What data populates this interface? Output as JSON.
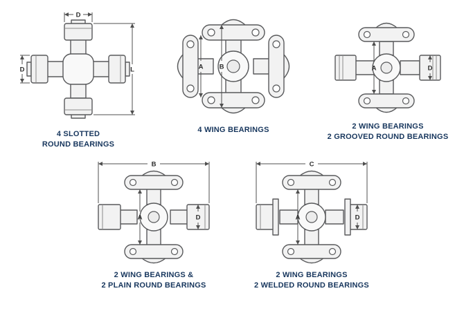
{
  "page": {
    "background": "#ffffff",
    "description": "Universal joint bearing style diagrams"
  },
  "colors": {
    "caption_text": "#17365d",
    "outline": "#58595b",
    "dimension": "#4f4f4f",
    "part_fill": "#f2f2f2"
  },
  "figures": [
    {
      "caption": [
        "4 SLOTTED",
        "ROUND BEARINGS"
      ],
      "dims": {
        "d_top": "D",
        "d_left": "D",
        "l_right": "L"
      }
    },
    {
      "caption": [
        "4 WING BEARINGS"
      ],
      "dims": {
        "a": "A",
        "b": "B"
      }
    },
    {
      "caption": [
        "2 WING BEARINGS",
        "2 GROOVED ROUND BEARINGS"
      ],
      "dims": {
        "a": "A",
        "d": "D"
      }
    },
    {
      "caption": [
        "2 WING BEARINGS &",
        "2 PLAIN ROUND BEARINGS"
      ],
      "dims": {
        "a": "A",
        "b": "B",
        "d": "D"
      }
    },
    {
      "caption": [
        "2 WING BEARINGS",
        "2 WELDED ROUND BEARINGS"
      ],
      "dims": {
        "a": "A",
        "c": "C",
        "d": "D"
      }
    }
  ]
}
